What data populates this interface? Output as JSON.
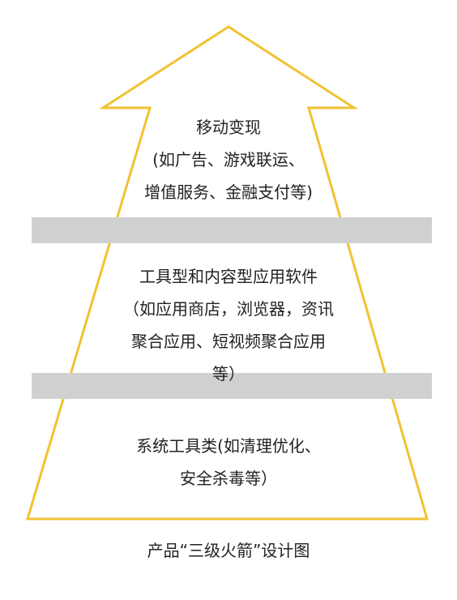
{
  "colors": {
    "outline": "#F1C232",
    "band": "#D0D0D0",
    "text": "#222222"
  },
  "tiers": {
    "top": {
      "lines": [
        "移动变现",
        "(如广告、游戏联运、",
        "增值服务、金融支付等)"
      ]
    },
    "middle": {
      "lines": [
        "工具型和内容型应用软件",
        "（如应用商店，浏览器，资讯",
        "聚合应用、短视频聚合应用",
        "等）"
      ]
    },
    "bottom": {
      "lines": [
        "系统工具类(如清理优化、",
        "安全杀毒等）"
      ]
    }
  },
  "caption": "产品“三级火箭”设计图"
}
